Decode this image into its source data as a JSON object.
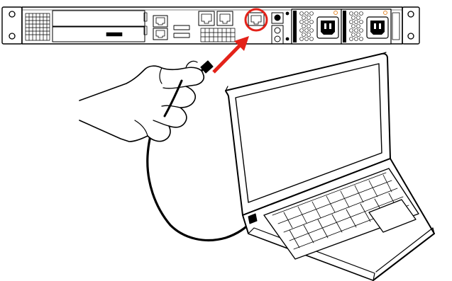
{
  "figure": {
    "subject": "server-rear-panel-to-laptop-cable-connection",
    "components": [
      {
        "name": "server-rear-panel"
      },
      {
        "name": "mgmt-port-highlight"
      },
      {
        "name": "connection-arrow"
      },
      {
        "name": "hand-holding-cable"
      },
      {
        "name": "network-cable"
      },
      {
        "name": "laptop"
      }
    ],
    "colors": {
      "line": "#000000",
      "highlight": "#e32219",
      "arrow": "#e32219",
      "fill": "#ffffff",
      "port_fill": "#d9d9d9"
    }
  }
}
